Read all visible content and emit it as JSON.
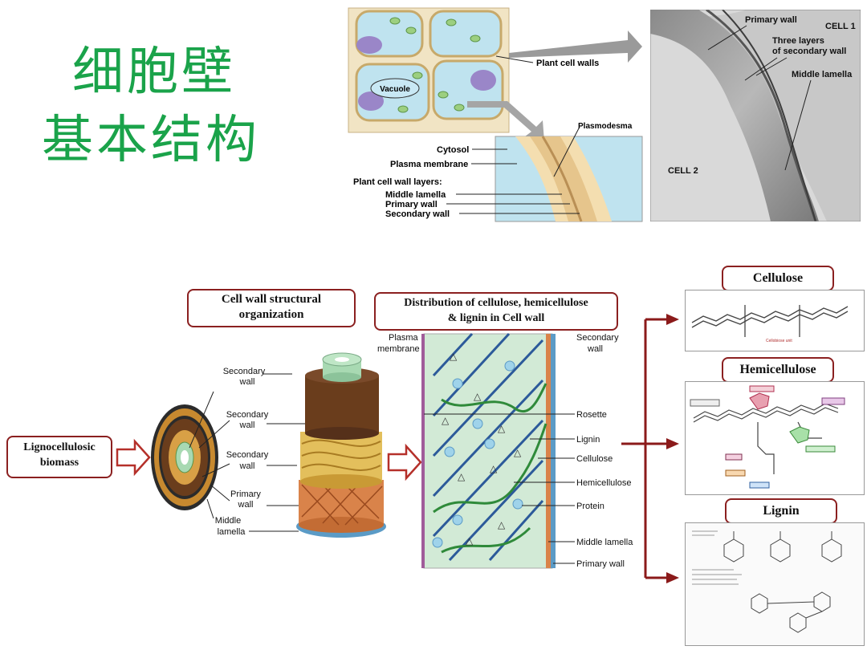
{
  "title_line1": "细胞壁",
  "title_line2": "基本结构",
  "top_diagram": {
    "vacuole": "Vacuole",
    "plant_cell_walls": "Plant cell walls",
    "plasmodesma": "Plasmodesma",
    "cytosol": "Cytosol",
    "plasma_membrane": "Plasma membrane",
    "layers_heading": "Plant cell wall layers:",
    "middle_lamella": "Middle lamella",
    "primary_wall": "Primary wall",
    "secondary_wall": "Secondary wall"
  },
  "micrograph": {
    "primary_wall": "Primary wall",
    "cell1": "CELL 1",
    "three_layers": "Three layers",
    "of_secondary_wall": "of secondary wall",
    "middle_lamella": "Middle lamella",
    "cell2": "CELL 2"
  },
  "bottom_diagram": {
    "biomass_line1": "Lignocellulosic",
    "biomass_line2": "biomass",
    "org_line1": "Cell wall structural",
    "org_line2": "organization",
    "dist_line1": "Distribution of cellulose, hemicellulose",
    "dist_line2": "& lignin in Cell wall",
    "secondary_wall_1": "Secondary",
    "secondary_wall_1b": "wall",
    "secondary_wall_2": "Secondary",
    "secondary_wall_2b": "wall",
    "secondary_wall_3": "Secondary",
    "secondary_wall_3b": "wall",
    "primary_wall_a": "Primary",
    "primary_wall_b": "wall",
    "middle_lamella_a": "Middle",
    "middle_lamella_b": "lamella",
    "plasma_membrane_a": "Plasma",
    "plasma_membrane_b": "membrane",
    "sec_wall_right_a": "Secondary",
    "sec_wall_right_b": "wall",
    "rosette": "Rosette",
    "lignin": "Lignin",
    "cellulose": "Cellulose",
    "hemicellulose": "Hemicellulose",
    "protein": "Protein",
    "middle_lamella_right": "Middle lamella",
    "primary_wall_right": "Primary wall",
    "panel_cellulose": "Cellulose",
    "panel_hemicellulose": "Hemicellulose",
    "panel_lignin": "Lignin"
  }
}
